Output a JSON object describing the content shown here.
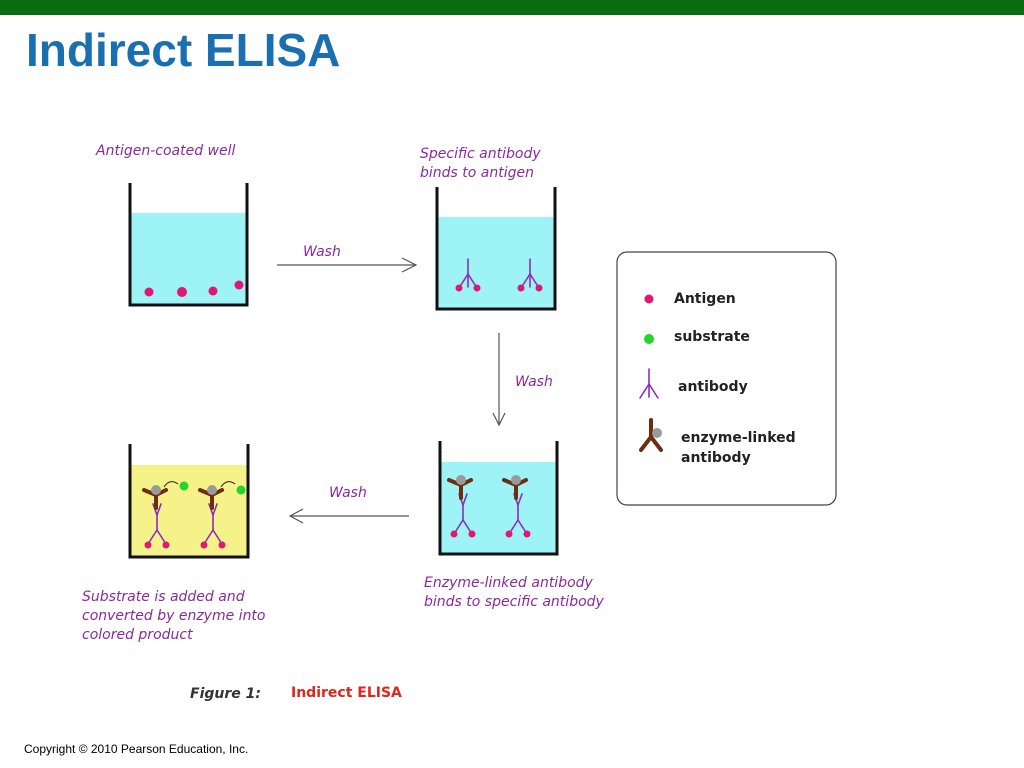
{
  "slide": {
    "title": "Indirect ELISA",
    "copyright": "Copyright © 2010 Pearson Education, Inc."
  },
  "colors": {
    "top_bar": "#0b6b10",
    "title": "#1a6fb0",
    "well_liquid": "#9ef3f7",
    "product_liquid": "#f6f28a",
    "antigen": "#e0186f",
    "substrate": "#22d62a",
    "antibody": "#8a2cc6",
    "enzyme_antibody": "#6b2e10",
    "enzyme": "#9a9a9a",
    "caption": "#8a2a9e",
    "figure_title": "#e0261a"
  },
  "steps": {
    "step1": {
      "caption": [
        "Antigen-coated well"
      ]
    },
    "step2": {
      "caption": [
        "Specific antibody",
        "binds to antigen"
      ]
    },
    "step3": {
      "caption": [
        "Enzyme-linked antibody",
        "binds to specific antibody"
      ]
    },
    "step4": {
      "caption": [
        "Substrate is added and",
        "converted by enzyme into",
        "colored product"
      ]
    }
  },
  "arrows": {
    "wash1": "Wash",
    "wash2": "Wash",
    "wash3": "Wash"
  },
  "legend": {
    "antigen": "Antigen",
    "substrate": "substrate",
    "antibody": "antibody",
    "enzyme_linked": [
      "enzyme-linked",
      "antibody"
    ]
  },
  "figure": {
    "label": "Figure 1:",
    "title": "Indirect ELISA"
  }
}
